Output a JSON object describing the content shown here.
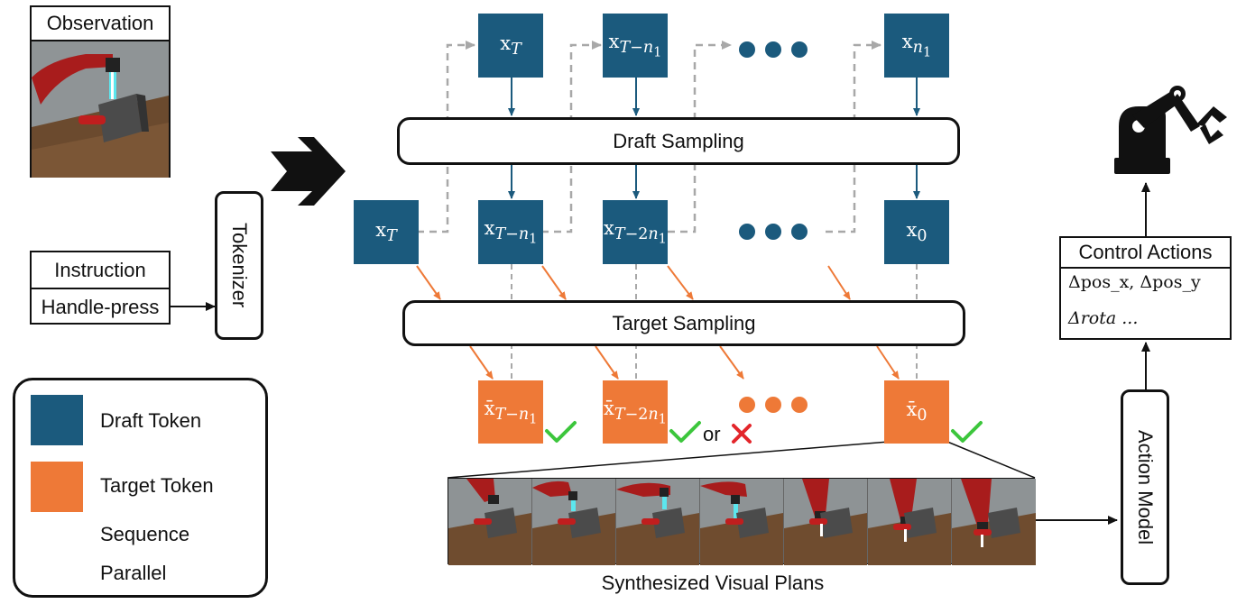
{
  "observation": {
    "label": "Observation"
  },
  "instruction": {
    "label": "Instruction",
    "value": "Handle-press"
  },
  "tokenizer": {
    "label": "Tokenizer"
  },
  "draft_sampling": {
    "label": "Draft Sampling"
  },
  "target_sampling": {
    "label": "Target Sampling"
  },
  "tokens": {
    "top_row": [
      "x_T",
      "x_{T−n1}",
      "x_{n1}"
    ],
    "mid_row": [
      "x_T",
      "x_{T−n1}",
      "x_{T−2n1}",
      "x_0"
    ],
    "bottom_row": [
      "x̄_{T−n1}",
      "x̄_{T−2n1}",
      "x̄_0"
    ]
  },
  "or_text": "or",
  "legend": {
    "draft": "Draft Token",
    "target": "Target Token",
    "sequence": "Sequence",
    "parallel": "Parallel"
  },
  "visual_plans": {
    "caption": "Synthesized Visual Plans"
  },
  "action_model": {
    "label": "Action Model"
  },
  "control_actions": {
    "title": "Control Actions",
    "line1": "Δpos_x, Δpos_y",
    "line2": "Δrota ..."
  },
  "colors": {
    "draft_token": "#1b5a7d",
    "target_token": "#ee7937",
    "check": "#3cc63c",
    "cross": "#e3262b",
    "dashed": "#a8a8a8"
  }
}
